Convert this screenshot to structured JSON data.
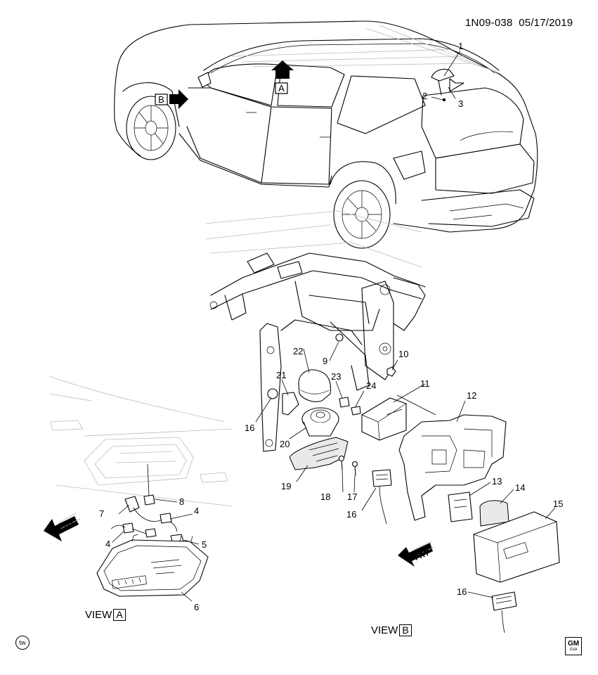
{
  "header": {
    "code": "1N09-038",
    "date": "05/17/2019"
  },
  "view_a": {
    "prefix": "VIEW",
    "letter": "A"
  },
  "view_b": {
    "prefix": "VIEW",
    "letter": "B"
  },
  "arrow_labels": {
    "a": "A",
    "b": "B"
  },
  "frt_label": "FRT",
  "logos": {
    "tw": "tw",
    "gm": "GM",
    "gm_sub": "GSA"
  },
  "callouts": [
    {
      "id": "c1",
      "text": "1"
    },
    {
      "id": "c2",
      "text": "2"
    },
    {
      "id": "c3",
      "text": "3"
    },
    {
      "id": "c4a",
      "text": "4"
    },
    {
      "id": "c4b",
      "text": "4"
    },
    {
      "id": "c5",
      "text": "5"
    },
    {
      "id": "c6",
      "text": "6"
    },
    {
      "id": "c7",
      "text": "7"
    },
    {
      "id": "c8",
      "text": "8"
    },
    {
      "id": "c9",
      "text": "9"
    },
    {
      "id": "c10",
      "text": "10"
    },
    {
      "id": "c11",
      "text": "11"
    },
    {
      "id": "c12",
      "text": "12"
    },
    {
      "id": "c13",
      "text": "13"
    },
    {
      "id": "c14",
      "text": "14"
    },
    {
      "id": "c15",
      "text": "15"
    },
    {
      "id": "c16a",
      "text": "16"
    },
    {
      "id": "c16b",
      "text": "16"
    },
    {
      "id": "c16c",
      "text": "16"
    },
    {
      "id": "c17",
      "text": "17"
    },
    {
      "id": "c18",
      "text": "18"
    },
    {
      "id": "c19",
      "text": "19"
    },
    {
      "id": "c20",
      "text": "20"
    },
    {
      "id": "c21",
      "text": "21"
    },
    {
      "id": "c22",
      "text": "22"
    },
    {
      "id": "c23",
      "text": "23"
    },
    {
      "id": "c24",
      "text": "24"
    }
  ],
  "colors": {
    "line": "#000000",
    "faint": "#bdbdbd",
    "fill": "#ffffff",
    "shade": "#e6e6e6"
  }
}
